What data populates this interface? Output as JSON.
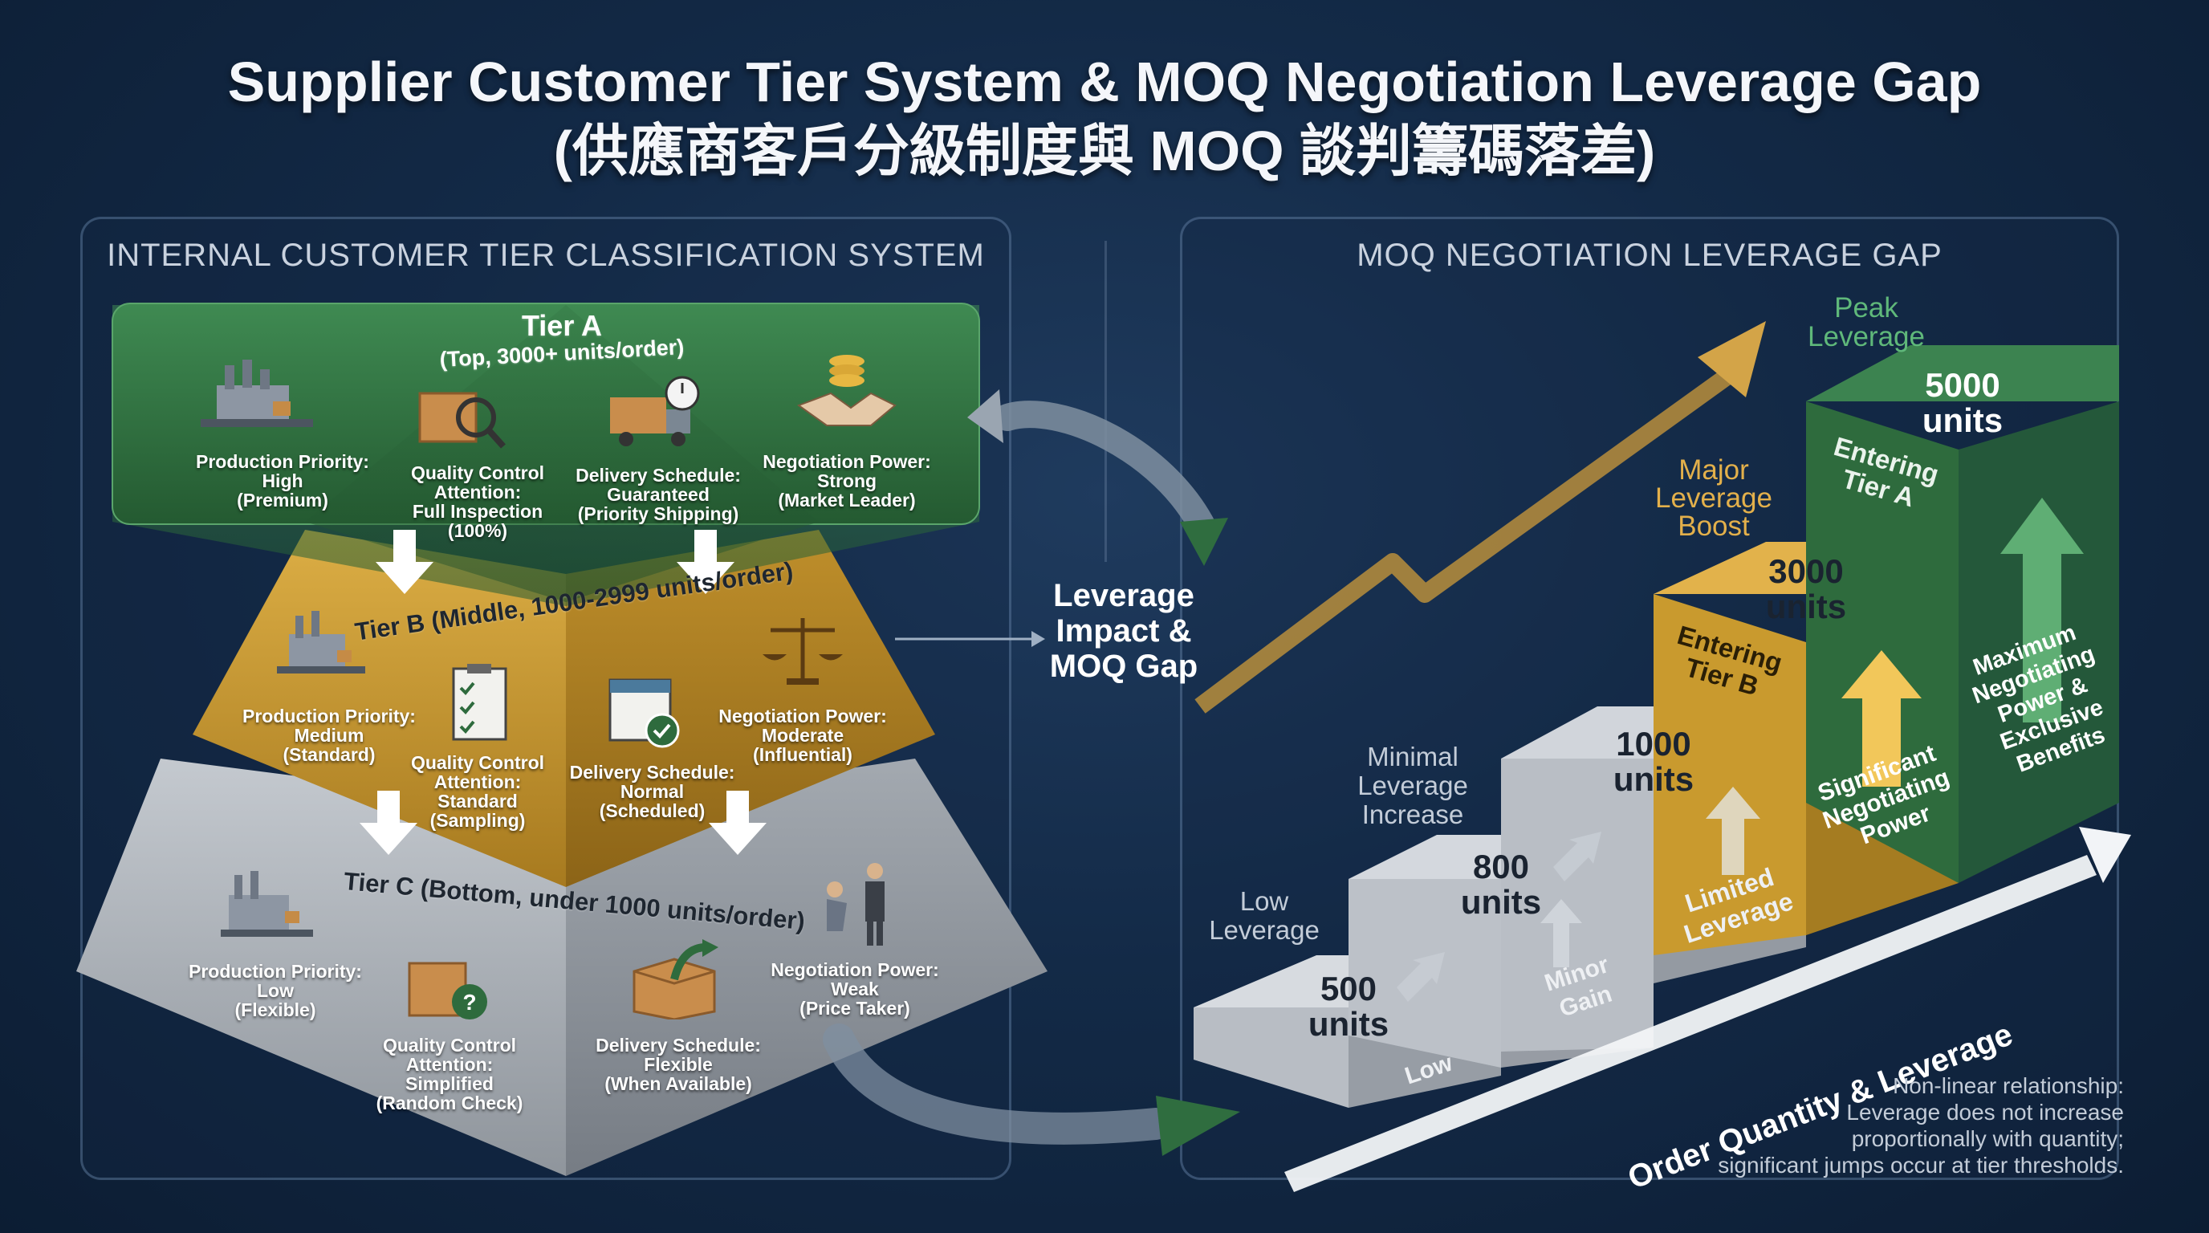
{
  "title": {
    "en": "Supplier Customer Tier System & MOQ Negotiation Leverage Gap",
    "cn": "(供應商客戶分級制度與 MOQ 談判籌碼落差)"
  },
  "left_panel": {
    "heading": "INTERNAL CUSTOMER TIER CLASSIFICATION SYSTEM",
    "tier_a": {
      "name": "Tier A",
      "sub": "(Top, 3000+ units/order)",
      "items": [
        {
          "icon": "factory-icon",
          "text": "Production Priority:\nHigh\n(Premium)"
        },
        {
          "icon": "magnifier-box-icon",
          "text": "Quality Control\nAttention:\nFull Inspection\n(100%)"
        },
        {
          "icon": "truck-clock-icon",
          "text": "Delivery Schedule:\nGuaranteed\n(Priority Shipping)"
        },
        {
          "icon": "handshake-coins-icon",
          "text": "Negotiation Power:\nStrong\n(Market Leader)"
        }
      ]
    },
    "tier_b": {
      "name": "Tier B (Middle, 1000-2999 units/order)",
      "items": [
        {
          "icon": "factory-icon",
          "text": "Production Priority:\nMedium\n(Standard)"
        },
        {
          "icon": "checklist-icon",
          "text": "Quality Control\nAttention:\nStandard\n(Sampling)"
        },
        {
          "icon": "calendar-check-icon",
          "text": "Delivery Schedule:\nNormal\n(Scheduled)"
        },
        {
          "icon": "scales-icon",
          "text": "Negotiation Power:\nModerate\n(Influential)"
        }
      ]
    },
    "tier_c": {
      "name": "Tier C (Bottom, under 1000 units/order)",
      "items": [
        {
          "icon": "factory-icon",
          "text": "Production Priority:\nLow\n(Flexible)"
        },
        {
          "icon": "question-box-icon",
          "text": "Quality Control Attention:\nSimplified\n(Random Check)"
        },
        {
          "icon": "open-box-icon",
          "text": "Delivery Schedule:\nFlexible\n(When Available)"
        },
        {
          "icon": "bowing-people-icon",
          "text": "Negotiation Power:\nWeak\n(Price Taker)"
        }
      ]
    }
  },
  "center": {
    "label": "Leverage\nImpact &\nMOQ Gap"
  },
  "right_panel": {
    "heading": "MOQ NEGOTIATION LEVERAGE GAP",
    "steps": [
      {
        "value": "500\nunits",
        "side": "Low",
        "note": "Low\nLeverage"
      },
      {
        "value": "800\nunits",
        "side": "Minor\nGain",
        "note": ""
      },
      {
        "value": "1000\nunits",
        "side": "Limited\nLeverage",
        "note": "Minimal\nLeverage\nIncrease"
      },
      {
        "value": "3000\nunits",
        "front": "Entering\nTier B",
        "side": "Significant\nNegotiating\nPower",
        "note": "Major\nLeverage\nBoost"
      },
      {
        "value": "5000\nunits",
        "front": "Entering\nTier A",
        "side": "Maximum\nNegotiating\nPower &\nExclusive\nBenefits",
        "note": "Peak\nLeverage"
      }
    ],
    "axis_label": "Order Quantity & Leverage",
    "footnote": "Non-linear relationship:\nLeverage does not increase\nproportionally with quantity;\nsignificant jumps occur at tier thresholds."
  },
  "colors": {
    "tier_a": "#2e6b3d",
    "tier_b": "#c99a2e",
    "tier_c": "#a9afb6",
    "background": "#132a47",
    "accent_gold": "#e3b04b"
  }
}
